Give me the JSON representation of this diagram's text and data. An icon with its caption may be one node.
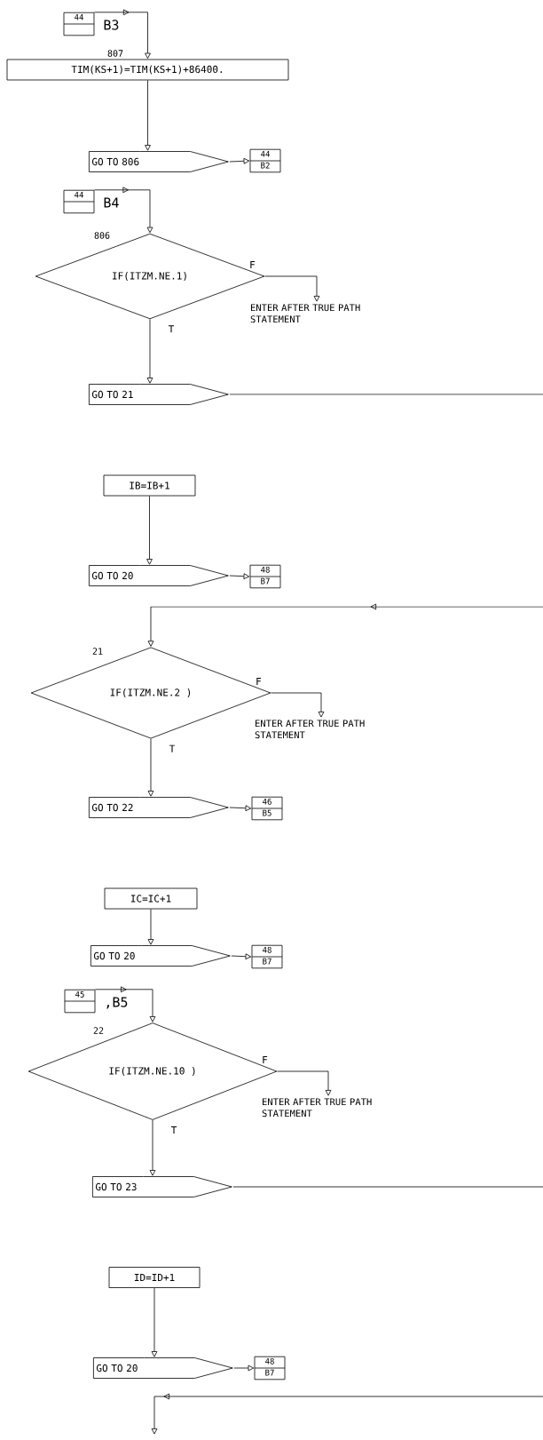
{
  "diagram": {
    "nodes": [
      {
        "text": [
          "44"
        ],
        "beside": [
          "B3"
        ]
      },
      {
        "text": [
          "TIM(KS+1)=TIM(KS+1)+86400."
        ],
        "beside": [
          "807"
        ]
      },
      {
        "text": [
          "GO TO 806"
        ]
      },
      {
        "text": [
          "44",
          "B2"
        ]
      },
      {
        "text": [
          "44"
        ],
        "beside": [
          "B4"
        ]
      },
      {
        "text": [
          "IF(ITZM.NE.1)"
        ],
        "beside": [
          "806"
        ]
      },
      {
        "text": [
          "ENTER AFTER TRUE PATH STATEMENT"
        ]
      },
      {
        "text": [
          "GO TO 21"
        ]
      },
      {
        "text": [
          "IB=IB+1"
        ]
      },
      {
        "text": [
          "GO TO 20"
        ]
      },
      {
        "text": [
          "48",
          "B7"
        ]
      },
      {
        "text": [
          "IF(ITZM.NE.2 )"
        ],
        "beside": [
          "21"
        ]
      },
      {
        "text": [
          "ENTER AFTER TRUE PATH STATEMENT"
        ]
      },
      {
        "text": [
          "GO TO 22"
        ]
      },
      {
        "text": [
          "46",
          "B5"
        ]
      },
      {
        "text": [
          "IC=IC+1"
        ]
      },
      {
        "text": [
          "GO TO 20"
        ]
      },
      {
        "text": [
          "48",
          "B7"
        ]
      },
      {
        "text": [
          "45"
        ],
        "beside": [
          ",B5"
        ]
      },
      {
        "text": [
          "IF(ITZM.NE.10 )"
        ],
        "beside": [
          "22"
        ]
      },
      {
        "text": [
          "ENTER AFTER TRUE PATH STATEMENT"
        ]
      },
      {
        "text": [
          "GO TO 23"
        ]
      },
      {
        "text": [
          "ID=ID+1"
        ]
      },
      {
        "text": [
          "GO TO 20"
        ]
      },
      {
        "text": [
          "48",
          "B7"
        ]
      }
    ],
    "edges": [
      {
        "from": 0,
        "to": 1,
        "arrow": "to"
      },
      {
        "from": 1,
        "to": 2,
        "arrow": "to"
      },
      {
        "from": 2,
        "to": 3,
        "arrow": "to"
      },
      {
        "from": 4,
        "to": 5,
        "arrow": "to"
      },
      {
        "from": 5,
        "to": 6,
        "arrow": "to",
        "label": "F"
      },
      {
        "from": 5,
        "to": 7,
        "arrow": "to",
        "label": "T"
      },
      {
        "from": 7,
        "to": null,
        "arrow": "none"
      },
      {
        "from": 8,
        "to": 9,
        "arrow": "to"
      },
      {
        "from": 9,
        "to": 10,
        "arrow": "to"
      },
      {
        "from": null,
        "to": 11,
        "arrow": "to"
      },
      {
        "from": 11,
        "to": 12,
        "arrow": "to",
        "label": "F"
      },
      {
        "from": 11,
        "to": 13,
        "arrow": "to",
        "label": "T"
      },
      {
        "from": 13,
        "to": 14,
        "arrow": "to"
      },
      {
        "from": 15,
        "to": 16,
        "arrow": "to"
      },
      {
        "from": 16,
        "to": 17,
        "arrow": "to"
      },
      {
        "from": 18,
        "to": 19,
        "arrow": "to"
      },
      {
        "from": 19,
        "to": 20,
        "arrow": "to",
        "label": "F"
      },
      {
        "from": 19,
        "to": 21,
        "arrow": "to",
        "label": "T"
      },
      {
        "from": 21,
        "to": null,
        "arrow": "none"
      },
      {
        "from": 22,
        "to": 23,
        "arrow": "to"
      },
      {
        "from": 23,
        "to": 24,
        "arrow": "to"
      }
    ]
  }
}
